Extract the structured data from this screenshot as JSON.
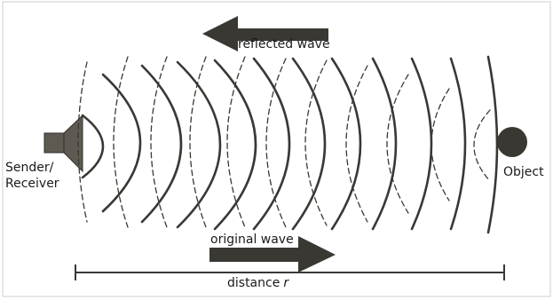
{
  "labels": {
    "reflected_wave": "reflected wave",
    "original_wave": "original wave",
    "sender_line1": "Sender/",
    "sender_line2": "Receiver",
    "object": "Object",
    "distance_text": "distance",
    "distance_variable": "r"
  },
  "colors": {
    "background": "#ffffff",
    "ink": "#3a3833",
    "text": "#1a1a1a",
    "speaker_fill": "#5e5a52",
    "frame": "#cfcfcf"
  }
}
